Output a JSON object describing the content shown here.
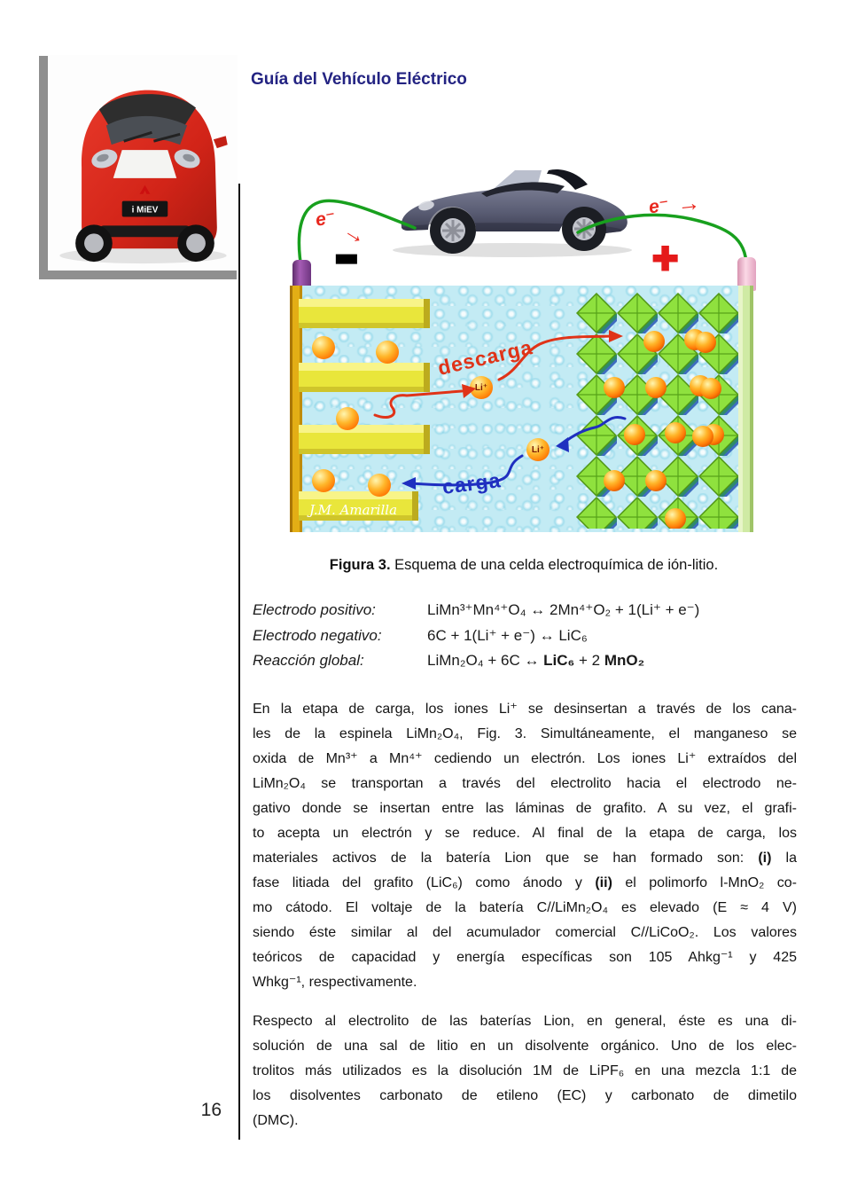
{
  "header": {
    "title": "Guía del Vehículo Eléctrico",
    "color": "#232382"
  },
  "page": {
    "number": "16"
  },
  "figure": {
    "caption_label": "Figura 3.",
    "caption_text": "  Esquema de una celda electroquímica de ión-litio.",
    "diagram": {
      "discharge_label": "descarga",
      "charge_label": "carga",
      "li_ion_label": "Li⁺",
      "electron_label": "e⁻",
      "arrow_glyph": "→",
      "positive_symbol": "+",
      "negative_symbol": "−",
      "signature": "J.M. Amarilla",
      "colors": {
        "electrolyte": "#c3ebf4",
        "graphite_bars": "#e9e63b",
        "spinel_green": "#8fe13e",
        "lithium_orange": "#ff7d07",
        "discharge_red": "#e03318",
        "charge_blue": "#1f2fc0",
        "wire_green": "#18a01e",
        "negative_terminal": "#8a4796",
        "positive_terminal": "#f0b6ce"
      }
    }
  },
  "equations": {
    "rows": [
      {
        "label": "Electrodo positivo:",
        "formula": "LiMn³⁺Mn⁴⁺O₄  ↔  2Mn⁴⁺O₂ + 1(Li⁺ + e⁻)",
        "bold1": "",
        "mid": "",
        "bold2": ""
      },
      {
        "label": "Electrodo negativo:",
        "formula": "6C + 1(Li⁺ + e⁻)  ↔  LiC₆",
        "bold1": "",
        "mid": "",
        "bold2": ""
      },
      {
        "label": "Reacción global:",
        "formula": "LiMn₂O₄ + 6C  ↔  ",
        "bold1": "LiC₆",
        "mid": " + 2 ",
        "bold2": "MnO₂"
      }
    ]
  },
  "paragraphs": {
    "p1": [
      [
        {
          "t": "En la etapa de carga, los iones Li⁺ se desinsertan a través de los cana-"
        }
      ],
      [
        {
          "t": "les de la espinela LiMn₂O₄, Fig. 3.  Simultáneamente, el manganeso se"
        }
      ],
      [
        {
          "t": "oxida de Mn³⁺ a Mn⁴⁺ cediendo un electrón. Los iones Li⁺ extraídos del"
        }
      ],
      [
        {
          "t": "LiMn₂O₄ se transportan a través del electrolito hacia el electrodo ne-"
        }
      ],
      [
        {
          "t": "gativo donde se insertan entre las láminas de grafito. A su vez, el grafi-"
        }
      ],
      [
        {
          "t": "to acepta un electrón y se reduce. Al final de la etapa de carga, los"
        }
      ],
      [
        {
          "t": "materiales activos de la batería Lion que se han formado son: "
        },
        {
          "t": "(i)",
          "b": 1
        },
        {
          "t": " la"
        }
      ],
      [
        {
          "t": "fase litiada del grafito (LiC₆) como ánodo y "
        },
        {
          "t": "(ii)",
          "b": 1
        },
        {
          "t": " el polimorfo l-MnO₂ co-"
        }
      ],
      [
        {
          "t": "mo cátodo. El voltaje de la batería C//LiMn₂O₄ es elevado (E ≈ 4 V)"
        }
      ],
      [
        {
          "t": "siendo éste similar al del acumulador comercial C//LiCoO₂. Los valores"
        }
      ],
      [
        {
          "t": "teóricos de capacidad y energía específicas son 105 Ahkg⁻¹ y 425"
        }
      ],
      [
        {
          "t": "Whkg⁻¹, respectivamente."
        }
      ]
    ],
    "p2": [
      [
        {
          "t": "Respecto al electrolito de las baterías Lion, en general, éste es una di-"
        }
      ],
      [
        {
          "t": "solución de una sal de litio en un disolvente orgánico. Uno de los elec-"
        }
      ],
      [
        {
          "t": "trolitos más utilizados es la disolución 1M de LiPF₆ en una mezcla 1:1 de"
        }
      ],
      [
        {
          "t": "los disolventes carbonato de etileno (EC) y carbonato de dimetilo"
        }
      ],
      [
        {
          "t": "(DMC)."
        }
      ]
    ]
  }
}
